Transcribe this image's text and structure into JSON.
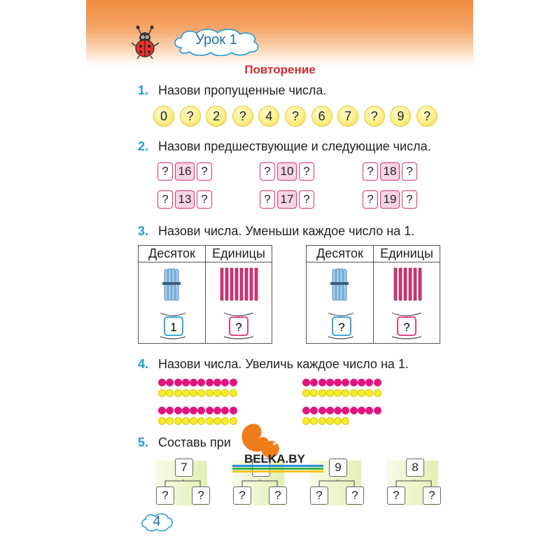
{
  "header": {
    "lesson": "Урок 1",
    "title": "Повторение"
  },
  "tasks": {
    "t1": {
      "num": "1.",
      "text": "Назови пропущенные числа."
    },
    "t2": {
      "num": "2.",
      "text": "Назови предшествующие и следующие числа."
    },
    "t3": {
      "num": "3.",
      "text": "Назови числа. Уменьши каждое число на 1."
    },
    "t4": {
      "num": "4.",
      "text": "Назови числа. Увеличь каждое число на 1."
    },
    "t5": {
      "num": "5.",
      "text": "Составь при"
    }
  },
  "sequence": [
    "0",
    "?",
    "2",
    "?",
    "4",
    "?",
    "6",
    "7",
    "?",
    "9",
    "?"
  ],
  "neighbors": [
    [
      "?",
      "16",
      "?"
    ],
    [
      "?",
      "10",
      "?"
    ],
    [
      "?",
      "18",
      "?"
    ],
    [
      "?",
      "13",
      "?"
    ],
    [
      "?",
      "17",
      "?"
    ],
    [
      "?",
      "19",
      "?"
    ]
  ],
  "place_value": {
    "col_tens": "Десяток",
    "col_units": "Единицы",
    "left": {
      "tens_answer": "1",
      "units_answer": "?"
    },
    "right": {
      "tens_answer": "?",
      "units_answer": "?"
    }
  },
  "beads": [
    {
      "magenta": 10,
      "yellow": 10
    },
    {
      "magenta": 10,
      "yellow": 10
    },
    {
      "magenta": 10,
      "yellow": 10
    },
    {
      "magenta": 10,
      "yellow": 6
    }
  ],
  "compositions": [
    {
      "top": "7",
      "left": "?",
      "right": "?"
    },
    {
      "top": "",
      "left": "?",
      "right": "?"
    },
    {
      "top": "9",
      "left": "?",
      "right": "?"
    },
    {
      "top": "8",
      "left": "?",
      "right": "?"
    }
  ],
  "watermark": "BELKA.BY",
  "page_number": "4",
  "colors": {
    "task_number": "#1e9fd0",
    "title": "#d42b2b",
    "magenta": "#e0147f",
    "yellow": "#f6ec2a"
  }
}
